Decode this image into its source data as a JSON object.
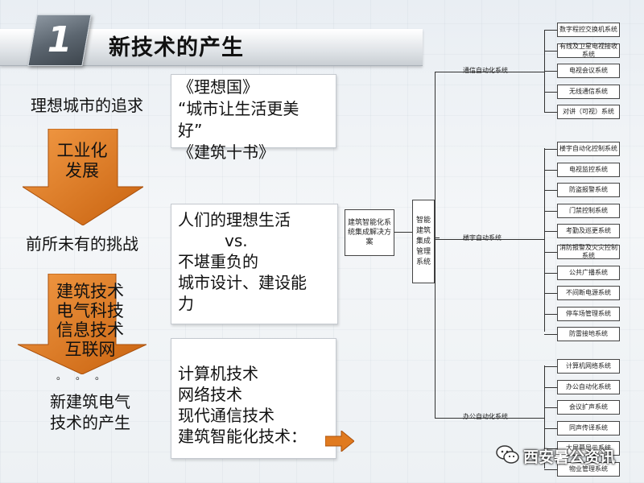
{
  "slide": {
    "number": "1",
    "title": "新技术的产生"
  },
  "stages": [
    {
      "label": "理想城市的追求"
    },
    {
      "label": "前所未有的挑战"
    },
    {
      "label_lines": [
        "新建筑电气",
        "技术的产生"
      ]
    }
  ],
  "arrows": [
    {
      "lines": [
        "工业化",
        "发展"
      ]
    },
    {
      "lines": [
        "建筑技术",
        "电气科技",
        "信息技术",
        "互联网"
      ]
    }
  ],
  "boxes": [
    {
      "lines": [
        "《理想国》",
        "“城市让生活更美",
        "好”",
        "《建筑十书》"
      ]
    },
    {
      "lines": [
        "人们的理想生活",
        "vs.",
        "不堪重负的",
        "城市设计、建设能",
        "力"
      ]
    },
    {
      "lines": [
        "计算机技术",
        "网络技术",
        "现代通信技术",
        "建筑智能化技术："
      ]
    }
  ],
  "dots": "。。。",
  "diagram": {
    "root": "建筑智能化系统集成解决方案",
    "hub": "智能建筑集成管理系统",
    "categories": [
      {
        "name": "通信自动化系统",
        "items": [
          "数字程控交换机系统",
          "有线及卫星电视接收系统",
          "电视会议系统",
          "无线通信系统",
          "对讲（可视）系统"
        ]
      },
      {
        "name": "楼宇自动系统",
        "items": [
          "楼宇自动化控制系统",
          "电视监控系统",
          "防盗报警系统",
          "门禁控制系统",
          "考勤及巡更系统",
          "消防报警及火灾控制系统",
          "公共广播系统",
          "不间断电源系统",
          "停车场管理系统",
          "防雷接地系统"
        ]
      },
      {
        "name": "办公自动化系统",
        "items": [
          "计算机网络系统",
          "办公自动化系统",
          "会议扩声系统",
          "同声传译系统",
          "大屏幕显示系统",
          "物业管理系统"
        ]
      }
    ]
  },
  "watermark": "西安暑公资讯",
  "colors": {
    "arrow_orange": "#e07a1f",
    "arrow_orange_dark": "#b8560c",
    "badge_gray": "#5c6670"
  }
}
